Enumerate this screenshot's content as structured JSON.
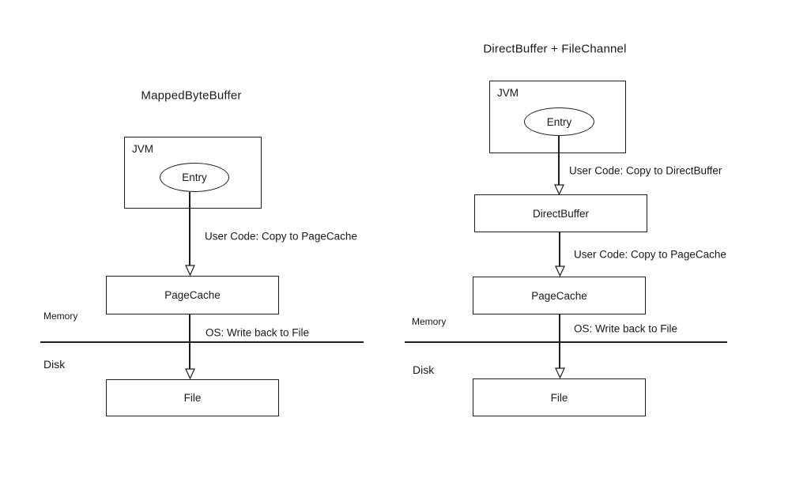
{
  "colors": {
    "background": "#ffffff",
    "line": "#1f1f1f",
    "text": "#1a1a1a"
  },
  "left": {
    "title": "MappedByteBuffer",
    "jvm_label": "JVM",
    "entry_label": "Entry",
    "copy_to_pagecache_label": "User Code: Copy to PageCache",
    "pagecache_label": "PageCache",
    "memory_label": "Memory",
    "os_writeback_label": "OS: Write back to File",
    "disk_label": "Disk",
    "file_label": "File"
  },
  "right": {
    "title": "DirectBuffer + FileChannel",
    "jvm_label": "JVM",
    "entry_label": "Entry",
    "copy_to_directbuffer_label": "User Code: Copy to DirectBuffer",
    "directbuffer_label": "DirectBuffer",
    "copy_to_pagecache_label": "User Code: Copy to PageCache",
    "pagecache_label": "PageCache",
    "memory_label": "Memory",
    "os_writeback_label": "OS: Write back to File",
    "disk_label": "Disk",
    "file_label": "File"
  }
}
